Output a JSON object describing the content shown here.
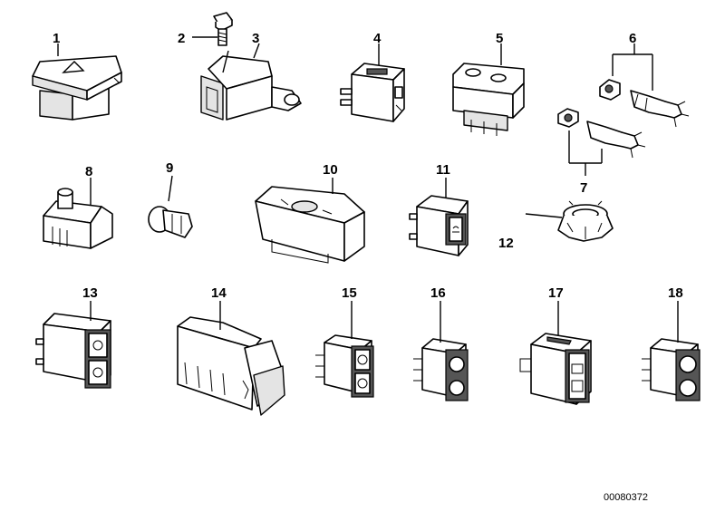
{
  "diagram": {
    "callouts": [
      "1",
      "2",
      "3",
      "4",
      "5",
      "6",
      "7",
      "8",
      "9",
      "10",
      "11",
      "12",
      "13",
      "14",
      "15",
      "16",
      "17",
      "18"
    ],
    "document_number": "00080372"
  }
}
